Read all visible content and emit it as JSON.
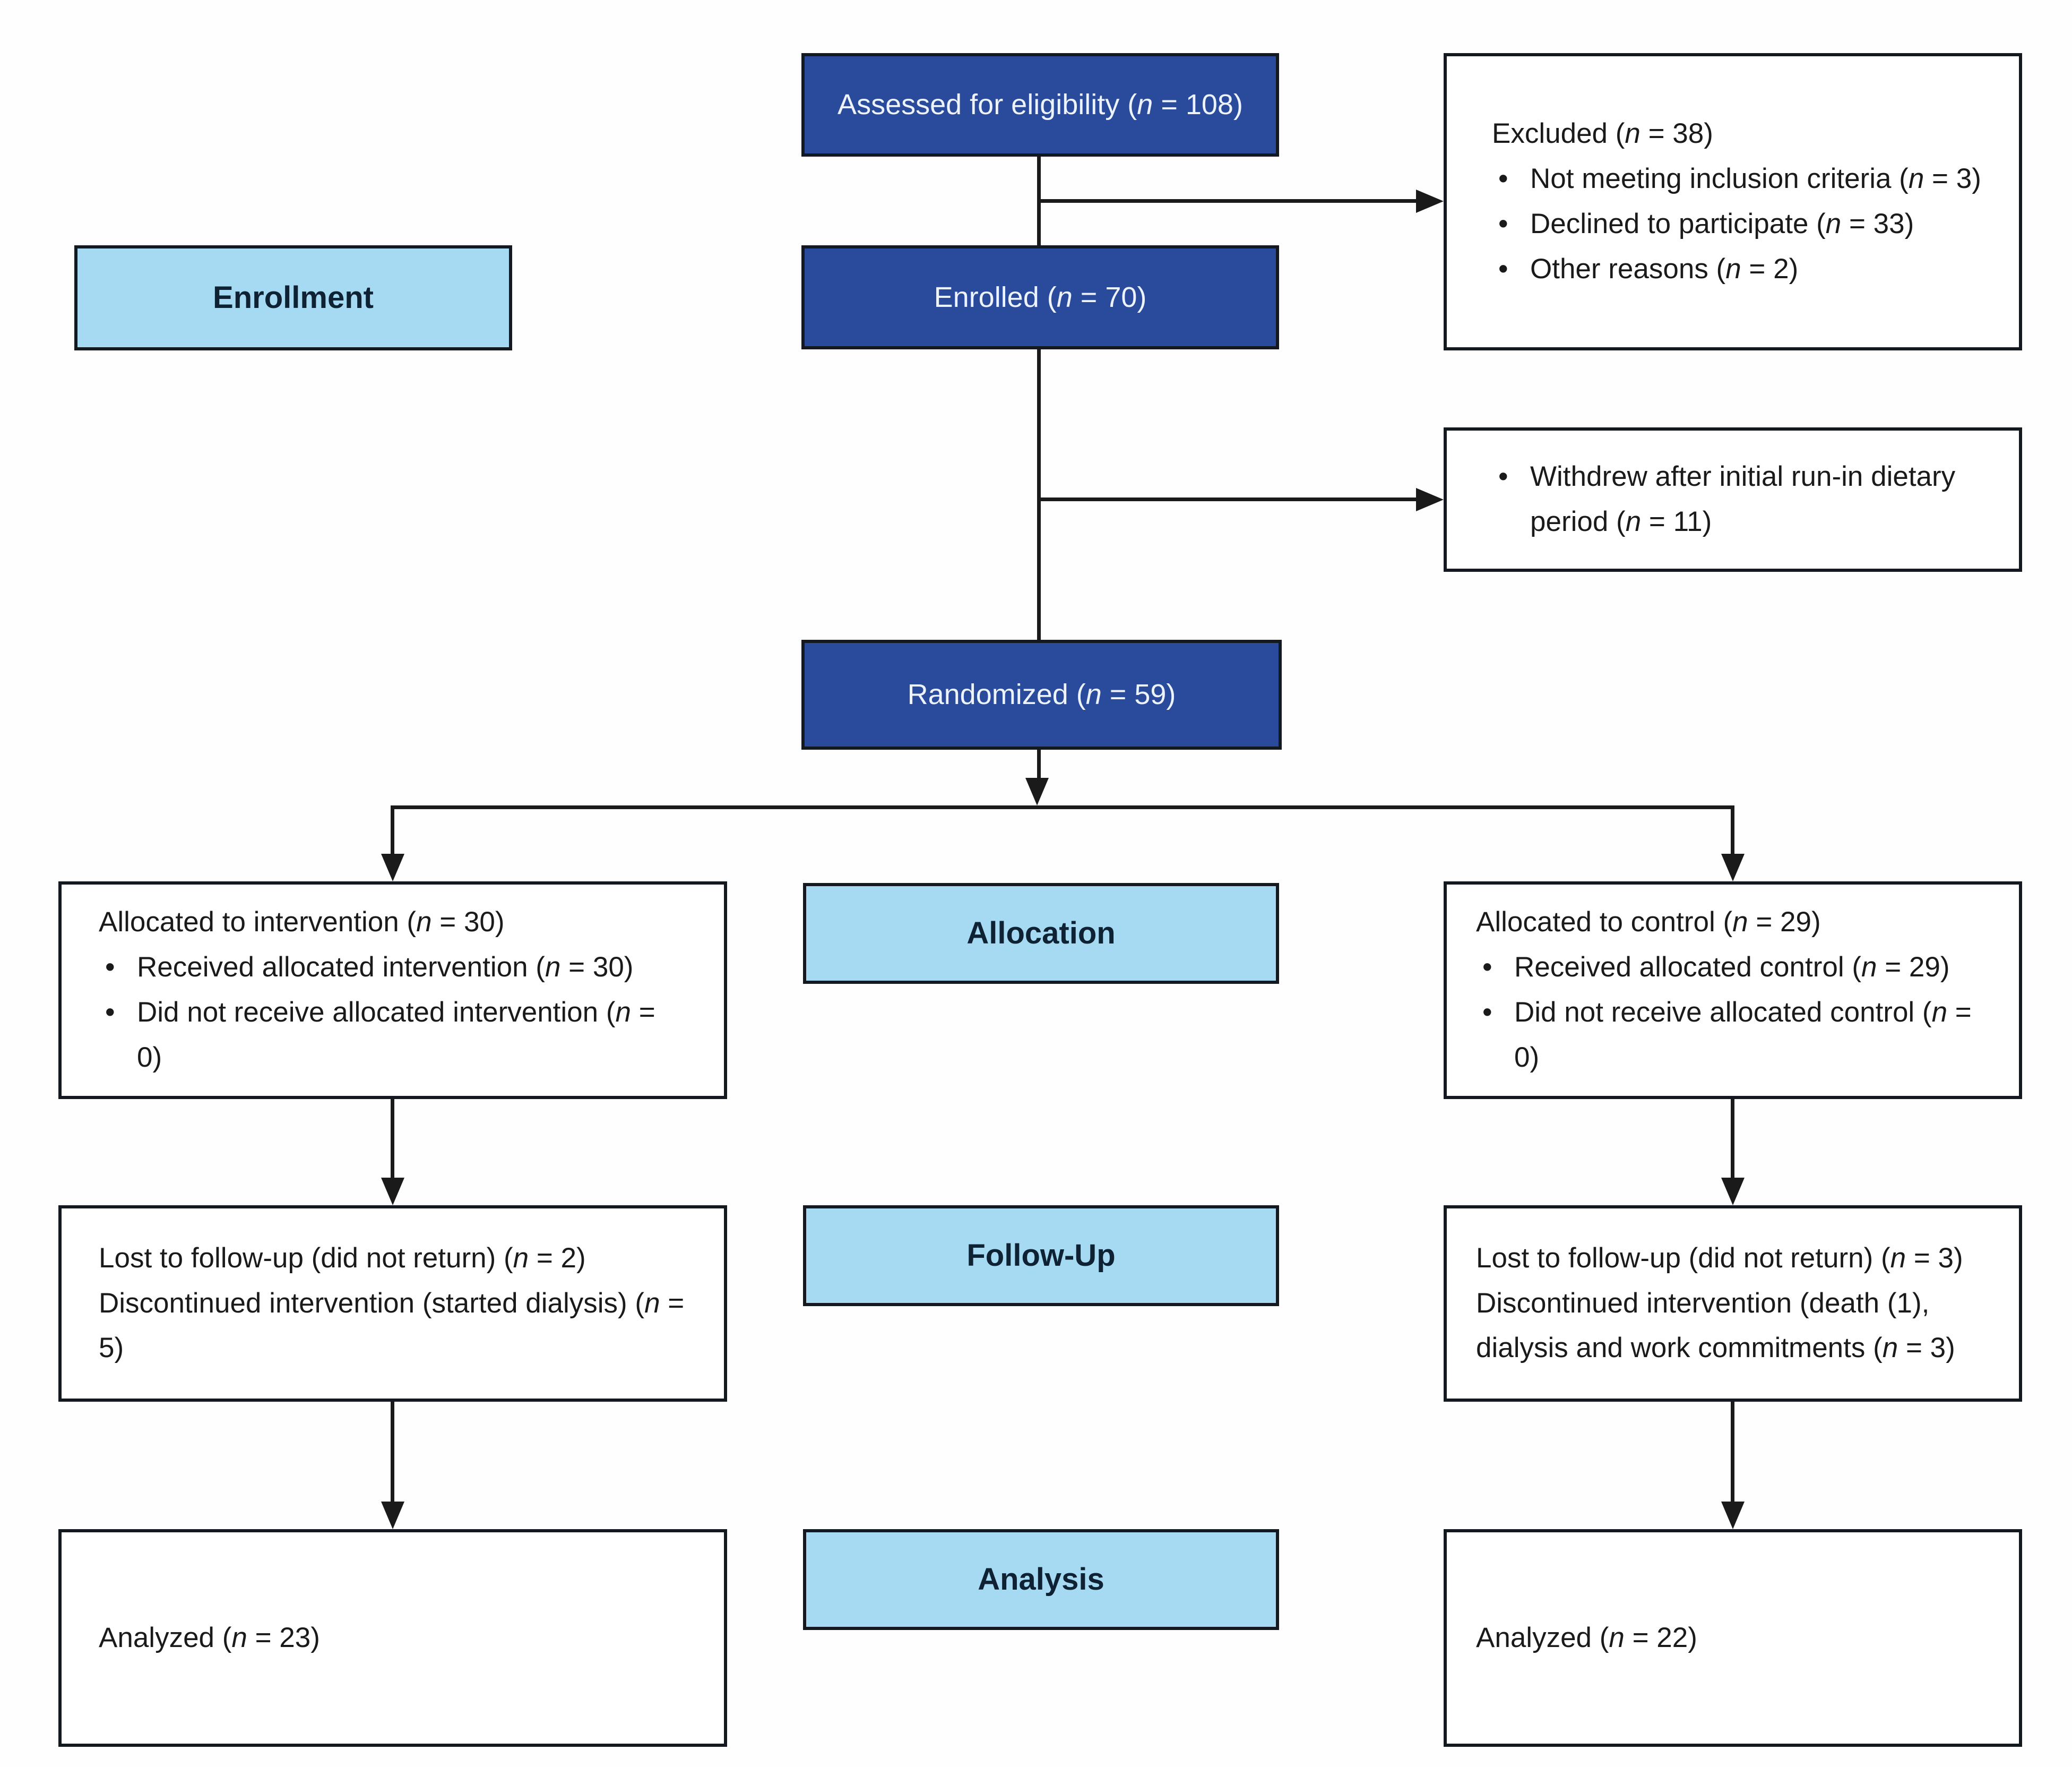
{
  "diagram": {
    "type": "CONSORT participant flow diagram",
    "stage_labels": {
      "enrollment": "Enrollment",
      "allocation": "Allocation",
      "followup": "Follow-Up",
      "analysis": "Analysis"
    },
    "boxes": {
      "assessed": {
        "text": "Assessed for eligibility (n = 108)"
      },
      "excluded": {
        "title": "Excluded (n = 38)",
        "items": [
          "Not meeting inclusion criteria (n = 3)",
          "Declined to participate (n = 33)",
          "Other reasons (n = 2)"
        ]
      },
      "enrolled": {
        "text": "Enrolled (n = 70)"
      },
      "withdrew": {
        "items": [
          "Withdrew after initial run-in dietary period (n = 11)"
        ]
      },
      "randomized": {
        "text": "Randomized (n = 59)"
      },
      "allocated_intervention": {
        "title": "Allocated to intervention (n = 30)",
        "items": [
          "Received allocated intervention (n = 30)",
          "Did not receive allocated intervention (n = 0)"
        ]
      },
      "allocated_control": {
        "title": "Allocated to control (n = 29)",
        "items": [
          "Received allocated control (n = 29)",
          "Did not receive allocated control (n = 0)"
        ]
      },
      "followup_intervention": {
        "lines": [
          "Lost to follow-up (did not return) (n = 2)",
          "Discontinued intervention (started dialysis) (n = 5)"
        ]
      },
      "followup_control": {
        "lines": [
          "Lost to follow-up (did not return) (n = 3)",
          "Discontinued intervention (death (1), dialysis and work commitments (n = 3)"
        ]
      },
      "analyzed_intervention": {
        "text": "Analyzed (n = 23)"
      },
      "analyzed_control": {
        "text": "Analyzed (n = 22)"
      }
    },
    "colors": {
      "primary_box_fill": "#2A4A9B",
      "primary_box_text": "#EDF3FC",
      "stage_box_fill": "#A6DAF3",
      "stage_box_text": "#0E2233",
      "plain_box_fill": "#FFFFFF",
      "plain_box_text": "#1A1A1A",
      "border": "#14181F",
      "connector": "#1A1A1A",
      "background": "#FEFEFE"
    }
  }
}
